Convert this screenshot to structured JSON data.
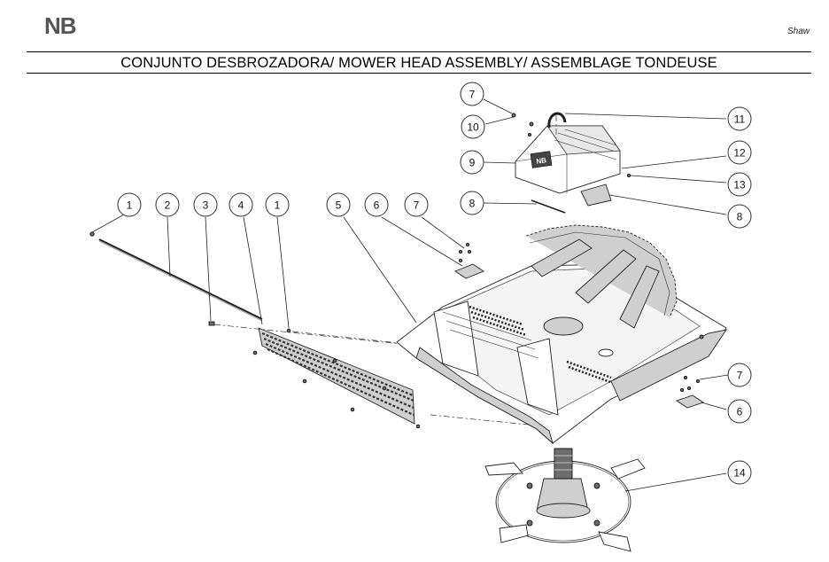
{
  "header": {
    "logo_text": "NB",
    "brand_name": "Shaw",
    "title": "CONJUNTO DESBROZADORA/ MOWER HEAD ASSEMBLY/ ASSEMBLAGE TONDEUSE"
  },
  "callouts": {
    "c1a": "1",
    "c2": "2",
    "c3": "3",
    "c4": "4",
    "c1b": "1",
    "c5": "5",
    "c6a": "6",
    "c7a": "7",
    "c8a": "8",
    "c7b": "7",
    "c10": "10",
    "c9": "9",
    "c11": "11",
    "c12": "12",
    "c13": "13",
    "c8b": "8",
    "c7c": "7",
    "c6b": "6",
    "c14": "14"
  },
  "cover_logo_text": "NB"
}
